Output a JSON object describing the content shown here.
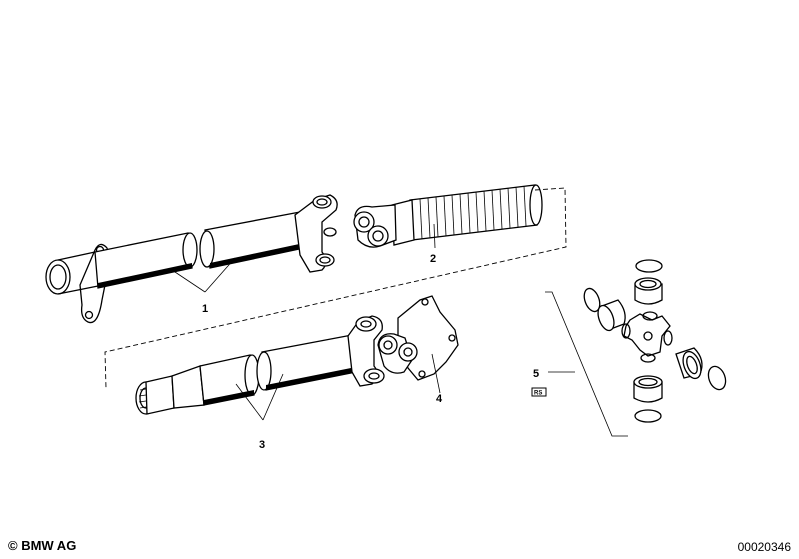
{
  "callouts": [
    {
      "id": "1",
      "label": "1"
    },
    {
      "id": "2",
      "label": "2"
    },
    {
      "id": "3",
      "label": "3"
    },
    {
      "id": "4",
      "label": "4"
    },
    {
      "id": "5",
      "label": "5"
    }
  ],
  "badge": {
    "text": "RS"
  },
  "footer": {
    "copyright": "© BMW AG",
    "diagram_number": "00020346"
  }
}
